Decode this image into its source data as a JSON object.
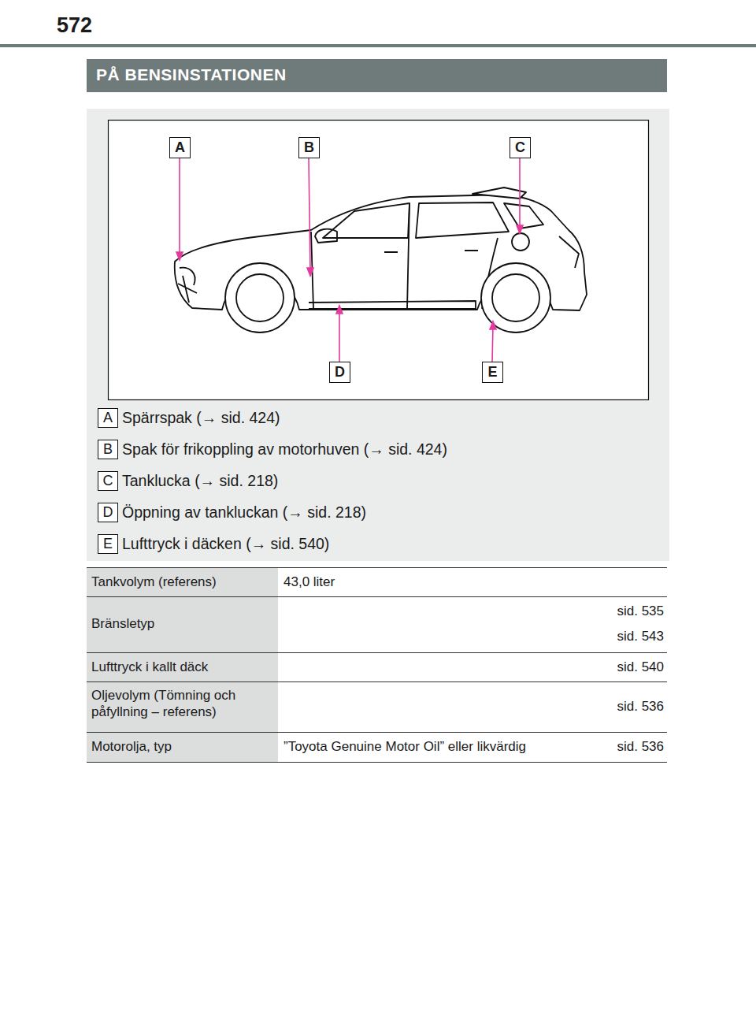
{
  "diagram": {
    "title": "PÅ BENSINSTATIONEN",
    "labels": [
      "572",
      "A",
      "B",
      "C",
      "D",
      "E",
      "A",
      "Spärrspak (→ sid. 424)",
      "B",
      "Spak för frikoppling av motorhuven (→ sid. 424)",
      "C",
      "Tanklucka (→ sid. 218)",
      "D",
      "Öppning av tankluckan (→ sid. 218)",
      "E",
      "Lufttryck i däcken (→ sid. 540)",
      "Tankvolym (referens)",
      "43,0 liter",
      "Bränsletyp",
      "sid. 535",
      "sid. 543",
      "Lufttryck i kallt däck",
      "sid. 540",
      "Oljevolym (Tömning och påfyllning – referens)",
      "sid. 536",
      "Motorolja, typ",
      "”Toyota Genuine Motor Oil” eller likvärdig",
      "sid. 536"
    ]
  }
}
